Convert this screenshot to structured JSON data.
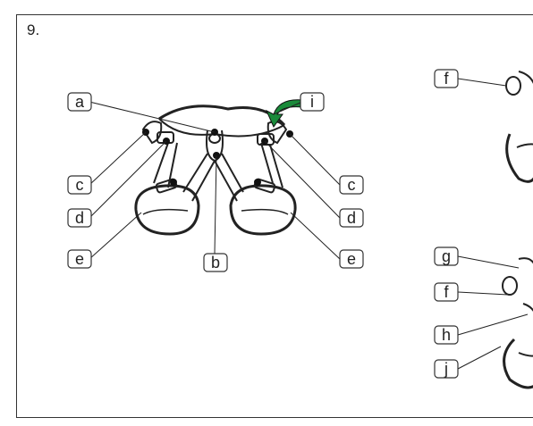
{
  "step_number": "9.",
  "colors": {
    "arrow": "#1a8a3a",
    "line": "#222222"
  },
  "labels": {
    "a": "a",
    "b": "b",
    "c": "c",
    "d": "d",
    "e": "e",
    "f": "f",
    "g": "g",
    "h": "h",
    "i": "i",
    "j": "j"
  }
}
